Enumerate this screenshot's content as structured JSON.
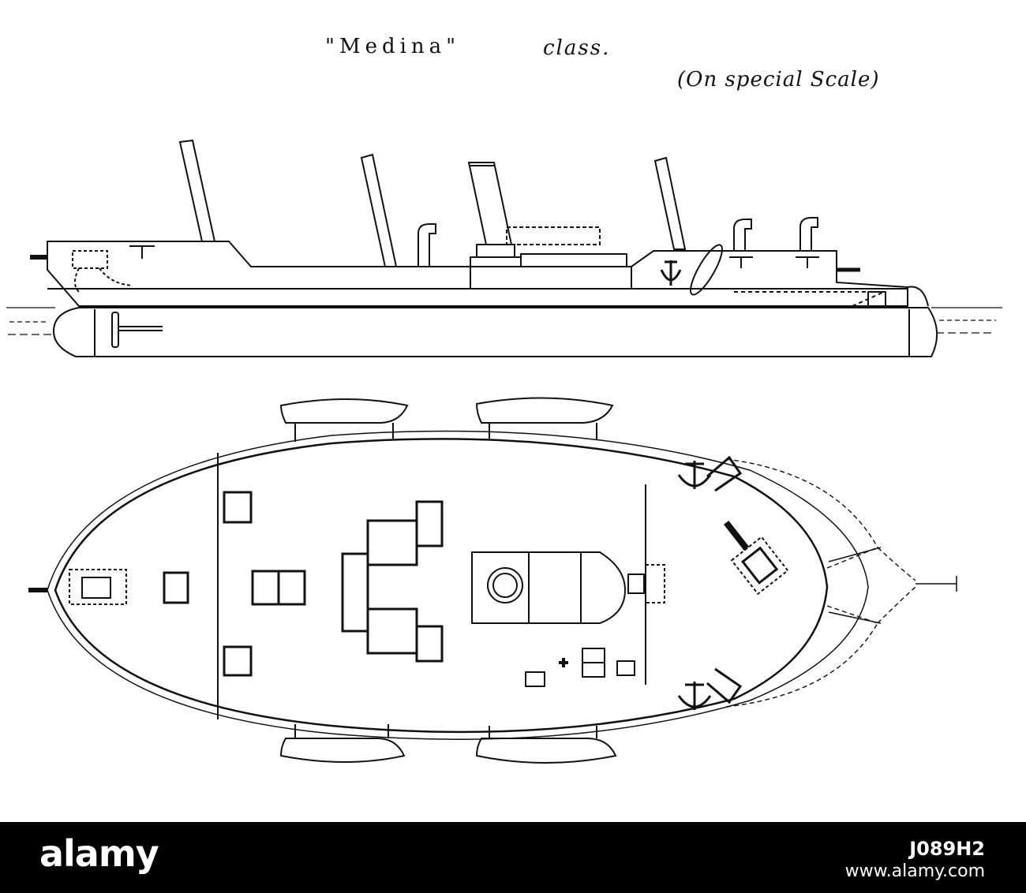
{
  "drawing": {
    "title_name": "\"Medina\"",
    "title_class": "class.",
    "scale_note": "(On special Scale)"
  },
  "footer": {
    "brand": "alamy",
    "image_id": "J089H2",
    "site_url": "www.alamy.com"
  },
  "colors": {
    "ink": "#111111",
    "footer_bg": "#000000",
    "footer_text": "#ffffff"
  }
}
